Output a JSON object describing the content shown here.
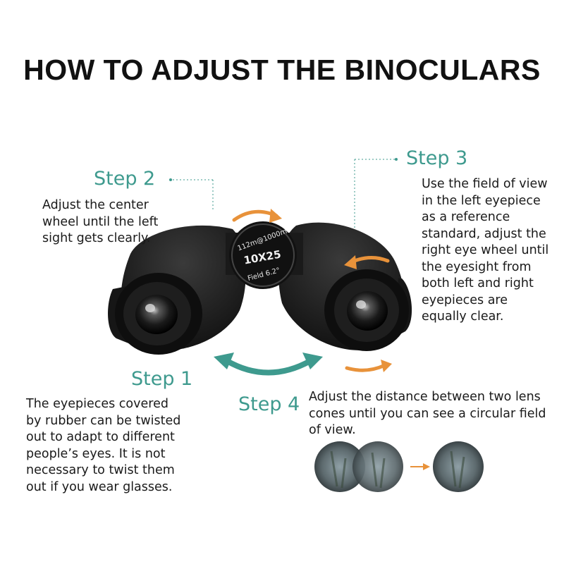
{
  "title": "HOW TO ADJUST THE BINOCULARS",
  "steps": {
    "step1": {
      "label": "Step 1",
      "text": "The eyepieces covered by rubber can be twisted out to adapt to different people’s eyes. It is not necessary to twist them out if you wear glasses."
    },
    "step2": {
      "label": "Step 2",
      "text": "Adjust the center wheel until the left sight gets clearly."
    },
    "step3": {
      "label": "Step 3",
      "text": "Use the field of view in the left eyepiece as a reference standard, adjust the right eye wheel until the eyesight from both left and right eyepieces are equally clear."
    },
    "step4": {
      "label": "Step 4",
      "text": "Adjust the distance between two lens cones until you can see a circular field of view."
    }
  },
  "binoculars": {
    "wheel_line1": "112m@1000m",
    "wheel_line2": "10X25",
    "wheel_line3": "Field 6.2°"
  },
  "colors": {
    "teal": "#3e9a8e",
    "orange": "#e8923a",
    "body": "#1c1c1c"
  },
  "icons": {
    "center_wheel_arrow": "curved-arrow-icon",
    "right_eye_arrow": "curved-arrow-icon",
    "distance_arrow": "double-arrow-icon",
    "result_arrow": "arrow-right-icon"
  }
}
